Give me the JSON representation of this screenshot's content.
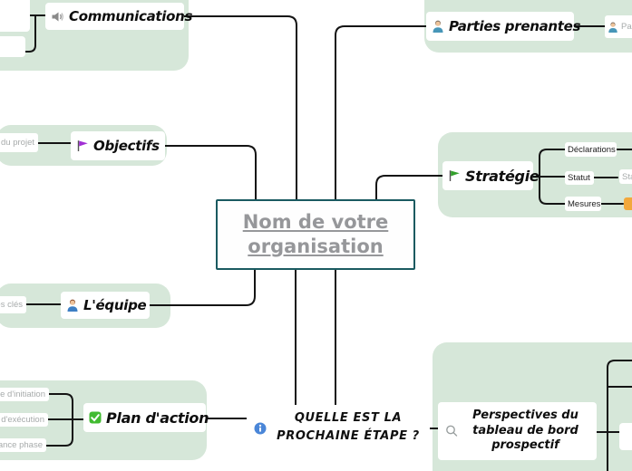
{
  "colors": {
    "branch_bg": "#d6e7d9",
    "line": "#141414",
    "center_border": "#1a5a60",
    "center_text": "#96979a",
    "ghost_text": "#a7abab",
    "info_icon": "#4a86d8",
    "flag_purple": "#a12fd4",
    "flag_green": "#33a02c",
    "check_green": "#41bb31",
    "orange_icon": "#f2a83c"
  },
  "center": {
    "line1": "Nom de votre",
    "line2": "organisation"
  },
  "branches": {
    "communications": {
      "label": "Communications"
    },
    "parties_prenantes": {
      "label": "Parties prenantes",
      "ghost_child_label": "Par"
    },
    "objectifs": {
      "label": "Objectifs",
      "ghost_child_label": "du projet"
    },
    "strategie": {
      "label": "Stratégie",
      "children": [
        {
          "label": "Déclarations"
        },
        {
          "label": "Statut",
          "ghost_child_label": "Sta"
        },
        {
          "label": "Mesures"
        }
      ]
    },
    "equipe": {
      "label": "L'équipe",
      "ghost_child_label": "es clés"
    },
    "plan_daction": {
      "label": "Plan d'action",
      "ghost_children": [
        {
          "label": "se d'initiation"
        },
        {
          "label": "e d'exécution"
        },
        {
          "label": "enance phase"
        }
      ]
    },
    "perspectives": {
      "line1": "Perspectives du",
      "line2": "tableau de bord",
      "line3": "prospectif"
    },
    "floating_note": {
      "line1": "QUELLE EST LA",
      "line2": "PROCHAINE ÉTAPE ?"
    }
  }
}
